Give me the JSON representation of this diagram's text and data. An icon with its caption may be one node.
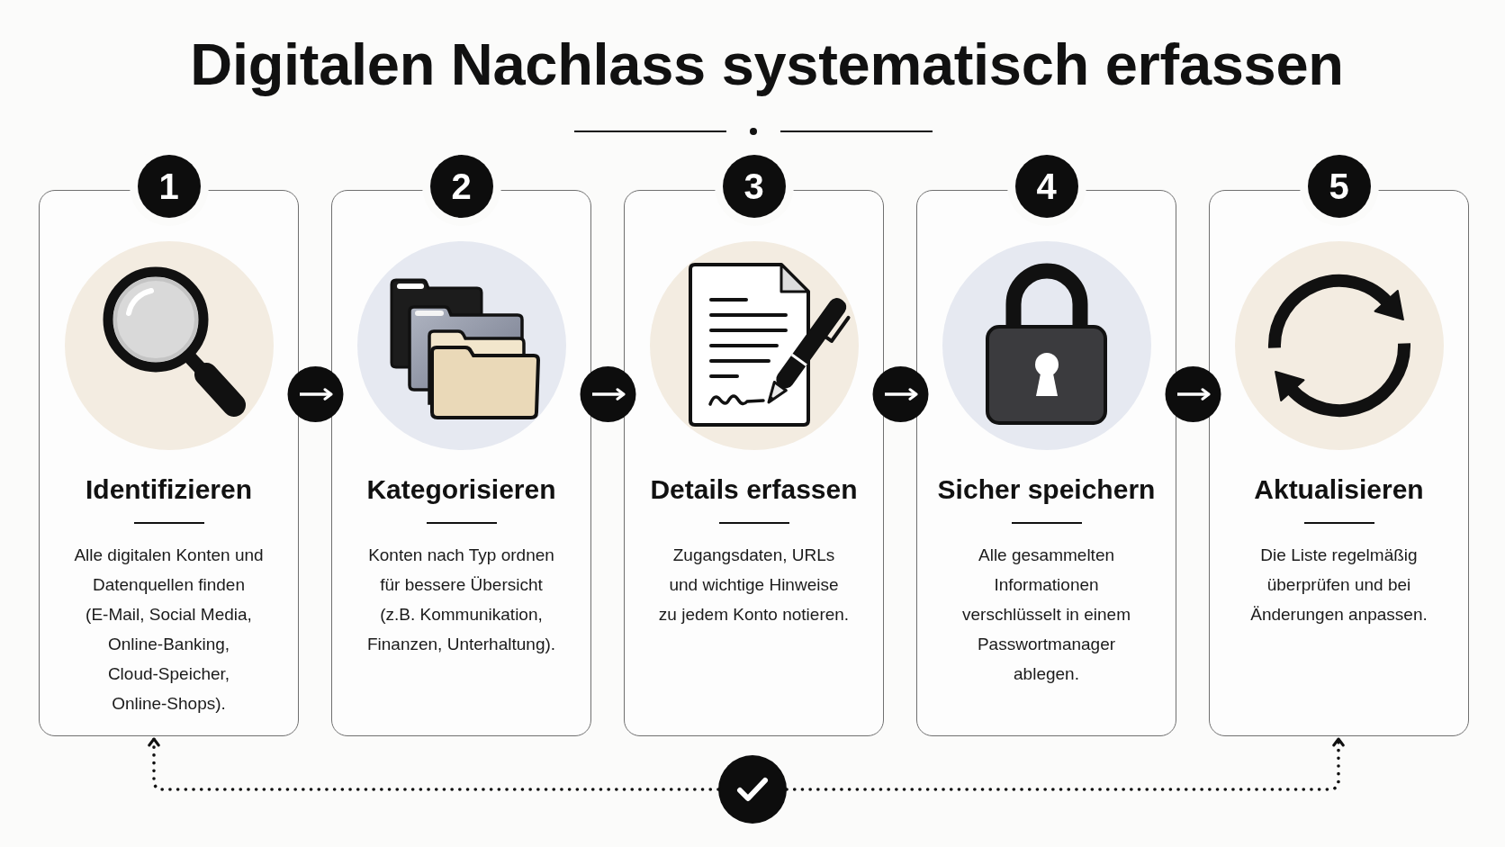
{
  "diagram": {
    "title": "Digitalen Nachlass systematisch erfassen",
    "nodes": [
      {
        "text": [
          "1"
        ]
      },
      {
        "text": [
          "Identifizieren",
          "Alle digitalen Konten und Datenquellen finden (E-Mail, Social Media, Online-Banking, Cloud-Speicher, Online-Shops)."
        ]
      },
      {
        "text": [
          "2"
        ]
      },
      {
        "text": [
          "Kategorisieren",
          "Konten nach Typ ordnen für bessere Übersicht (z.B. Kommunikation, Finanzen, Unterhaltung)."
        ]
      },
      {
        "text": [
          "3"
        ]
      },
      {
        "text": [
          "Details erfassen",
          "Zugangsdaten, URLs und wichtige Hinweise zu jedem Konto notieren."
        ]
      },
      {
        "text": [
          "4"
        ]
      },
      {
        "text": [
          "Sicher speichern",
          "Alle gesammelten Informationen verschlüsselt in einem Passwortmanager ablegen."
        ]
      },
      {
        "text": [
          "5"
        ]
      },
      {
        "text": [
          "Aktualisieren",
          "Die Liste regelmäßig überprüfen und bei Änderungen anpassen."
        ]
      },
      {
        "text": [],
        "shape": "circle"
      }
    ],
    "edges": [
      {
        "from": 1,
        "to": 3,
        "arrow": "to"
      },
      {
        "from": 3,
        "to": 5,
        "arrow": "to"
      },
      {
        "from": 5,
        "to": 7,
        "arrow": "to"
      },
      {
        "from": 7,
        "to": 9,
        "arrow": "to"
      },
      {
        "from": 10,
        "to": 1,
        "arrow": "to",
        "style": "dashed",
        "color": "#111111"
      },
      {
        "from": 10,
        "to": 9,
        "arrow": "to",
        "style": "dashed",
        "color": "#111111"
      }
    ]
  }
}
